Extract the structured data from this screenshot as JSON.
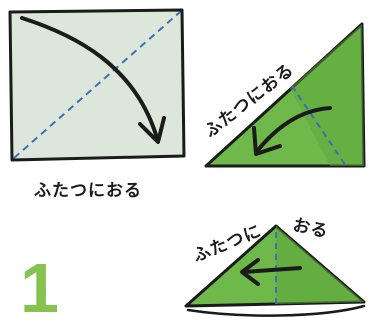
{
  "steps": [
    {
      "label": "ふたつにおる"
    },
    {
      "label": "ふたつにおる"
    },
    {
      "label_left": "ふたつに",
      "label_right": "おる"
    }
  ],
  "step_number": "1",
  "colors": {
    "paper_back": "#dde6da",
    "paper_front": "#6fb84a",
    "paper_dark": "#4f8f32",
    "outline": "#1b1b1b",
    "fold_line": "#3b6fb6",
    "step_number": "#86c24f"
  }
}
